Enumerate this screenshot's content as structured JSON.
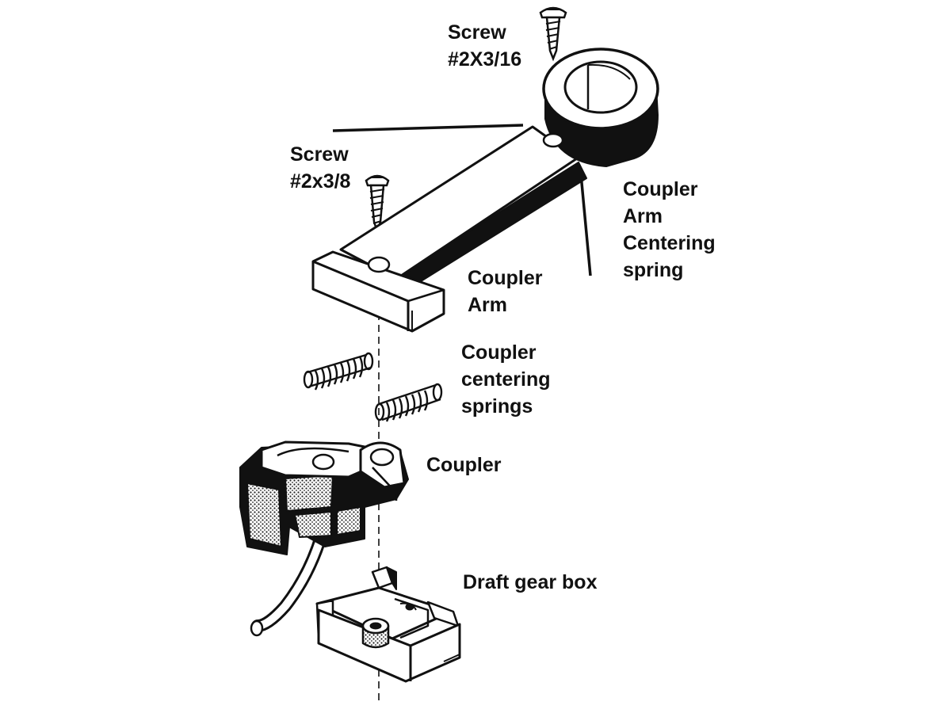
{
  "labels": {
    "screw_top": [
      "Screw",
      "#2X3/16"
    ],
    "screw_mid": [
      "Screw",
      "#2x3/8"
    ],
    "arm_spring": [
      "Coupler",
      "Arm",
      "Centering",
      "spring"
    ],
    "coupler_arm": [
      "Coupler",
      "Arm"
    ],
    "centering_springs": [
      "Coupler",
      "centering",
      "springs"
    ],
    "coupler": "Coupler",
    "draft_gear_box": "Draft gear box"
  },
  "colors": {
    "ink": "#111111",
    "paper": "#ffffff",
    "stipple": "#8a8a8a"
  }
}
